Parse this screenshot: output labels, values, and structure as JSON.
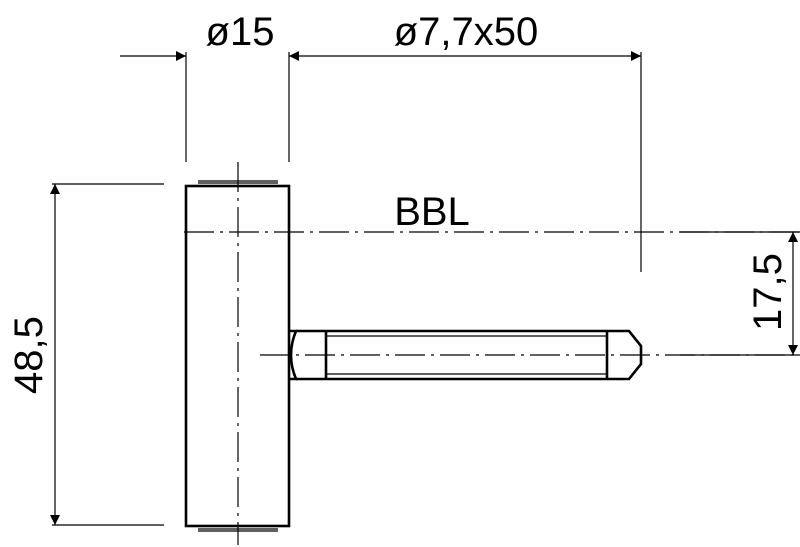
{
  "drawing": {
    "labels": {
      "barrel_diameter": "ø15",
      "pin_size": "ø7,7x50",
      "reference": "BBL",
      "total_height": "48,5",
      "offset": "17,5"
    }
  }
}
